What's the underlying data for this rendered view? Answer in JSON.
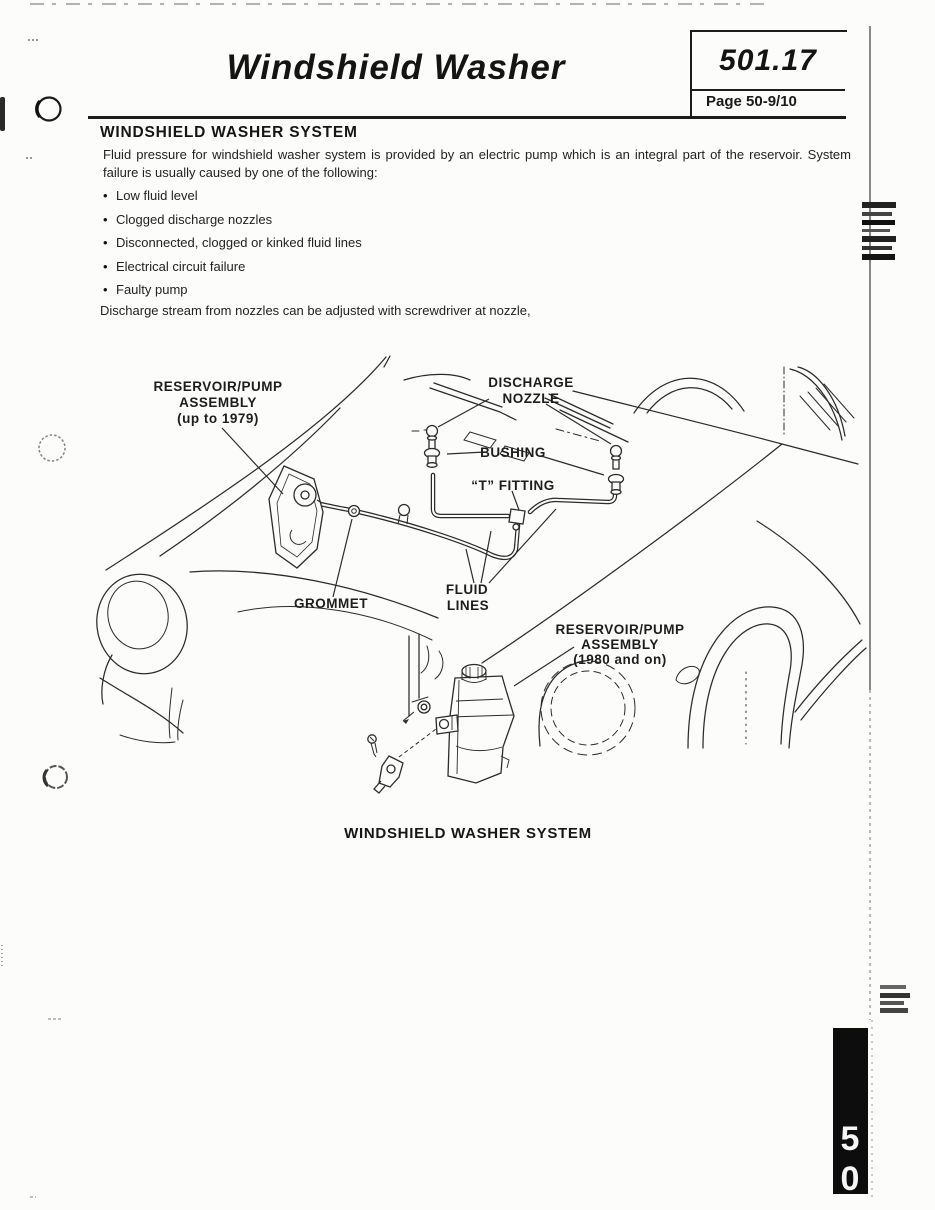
{
  "page": {
    "title": "Windshield Washer",
    "section_number": "501.17",
    "page_label": "Page 50-9/10",
    "side_tab": {
      "digits": [
        "5",
        "0"
      ]
    }
  },
  "article": {
    "heading": "WINDSHIELD WASHER SYSTEM",
    "intro": "Fluid pressure for windshield washer system is provided by an electric pump which is an integral part of the reservoir. System failure is usually caused by one of the following:",
    "bullets": [
      "Low fluid level",
      "Clogged discharge nozzles",
      "Disconnected, clogged or kinked fluid lines",
      "Electrical circuit failure",
      "Faulty pump"
    ],
    "note": "Discharge stream from nozzles can be adjusted with screwdriver at nozzle,"
  },
  "diagram": {
    "caption": "WINDSHIELD WASHER SYSTEM",
    "labels": {
      "reservoir_old_line1": "RESERVOIR/PUMP",
      "reservoir_old_line2": "ASSEMBLY",
      "reservoir_old_line3": "(up to 1979)",
      "discharge_line1": "DISCHARGE",
      "discharge_line2": "NOZZLE",
      "bushing": "BUSHING",
      "t_fitting": "“T” FITTING",
      "fluid_line1": "FLUID",
      "fluid_line2": "LINES",
      "grommet": "GROMMET",
      "reservoir_new_line1": "RESERVOIR/PUMP",
      "reservoir_new_line2": "ASSEMBLY",
      "reservoir_new_line3": "(1980 and on)"
    }
  },
  "colors": {
    "ink": "#1f1f1f",
    "paper": "#fcfcfa",
    "tab_bg": "#0d0d0d",
    "tab_text": "#f5f5f5"
  }
}
